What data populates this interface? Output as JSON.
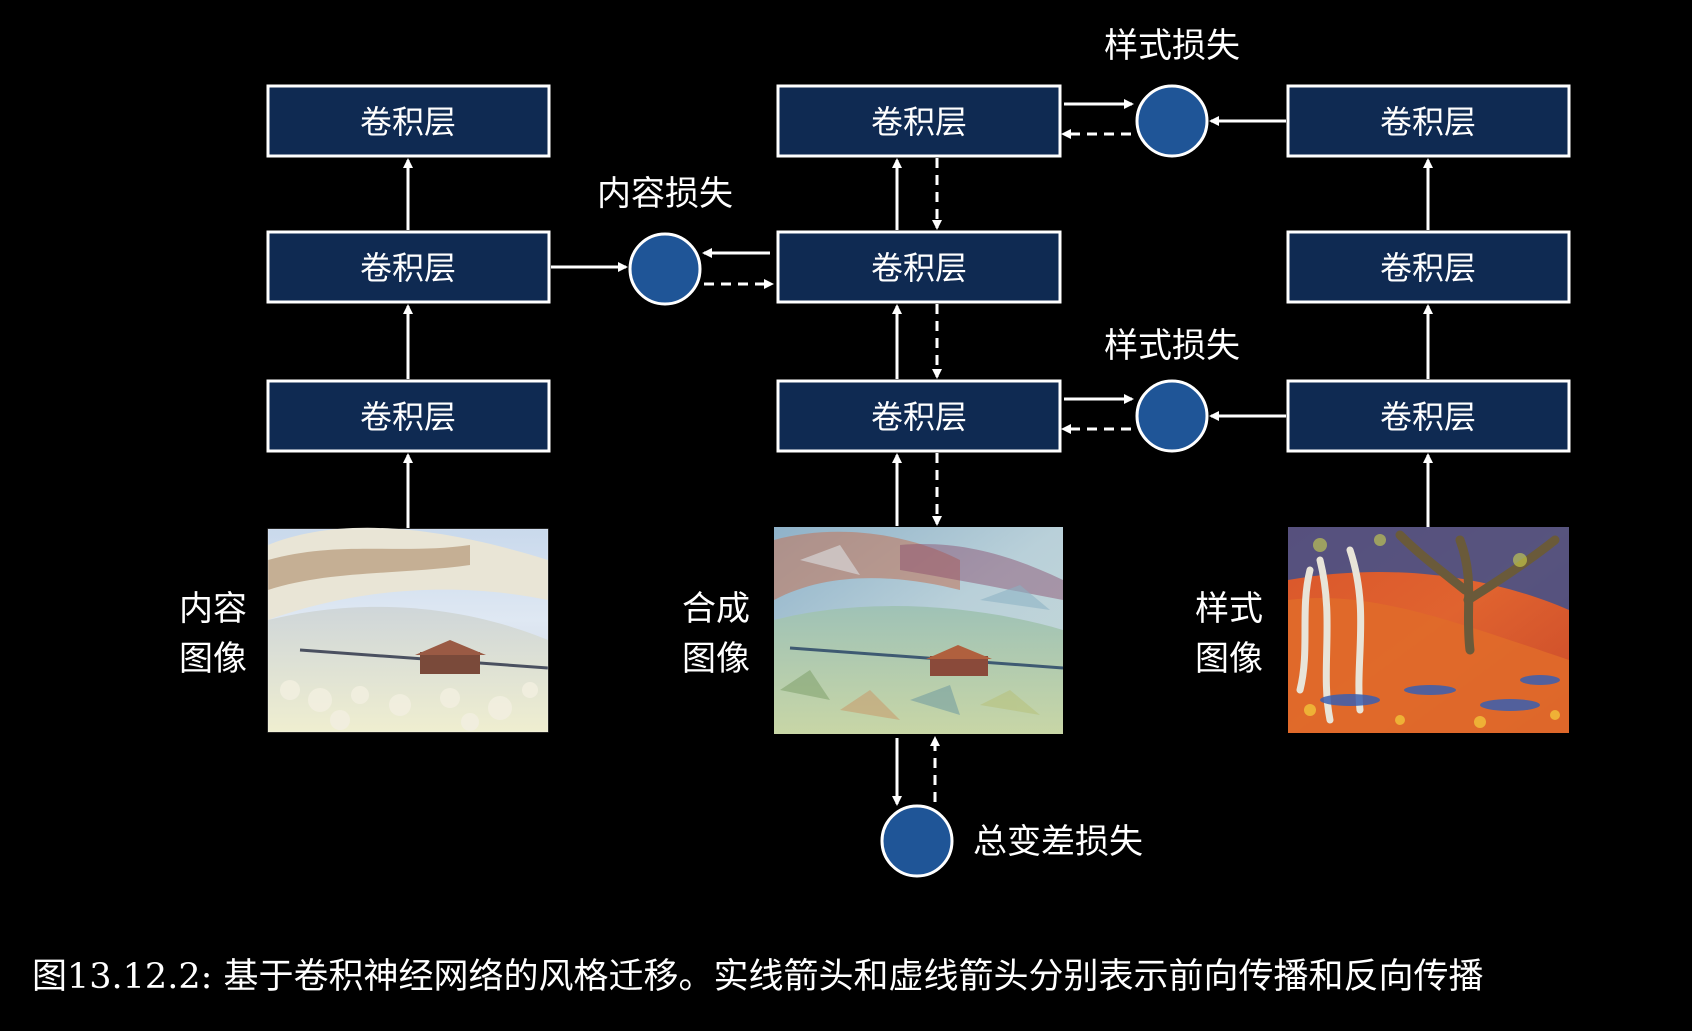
{
  "colors": {
    "background": "#000000",
    "box_fill": "#0f2a52",
    "node_fill": "#1f5597",
    "line": "#ffffff"
  },
  "labels": {
    "conv_layer": "卷积层",
    "content_loss": "内容损失",
    "style_loss_top": "样式损失",
    "style_loss_bottom": "样式损失",
    "tv_loss": "总变差损失"
  },
  "images": {
    "content": {
      "label_line1": "内容",
      "label_line2": "图像"
    },
    "synthesized": {
      "label_line1": "合成",
      "label_line2": "图像"
    },
    "style": {
      "label_line1": "样式",
      "label_line2": "图像"
    }
  },
  "caption": "图13.12.2: 基于卷积神经网络的风格迁移。实线箭头和虚线箭头分别表示前向传播和反向传播"
}
